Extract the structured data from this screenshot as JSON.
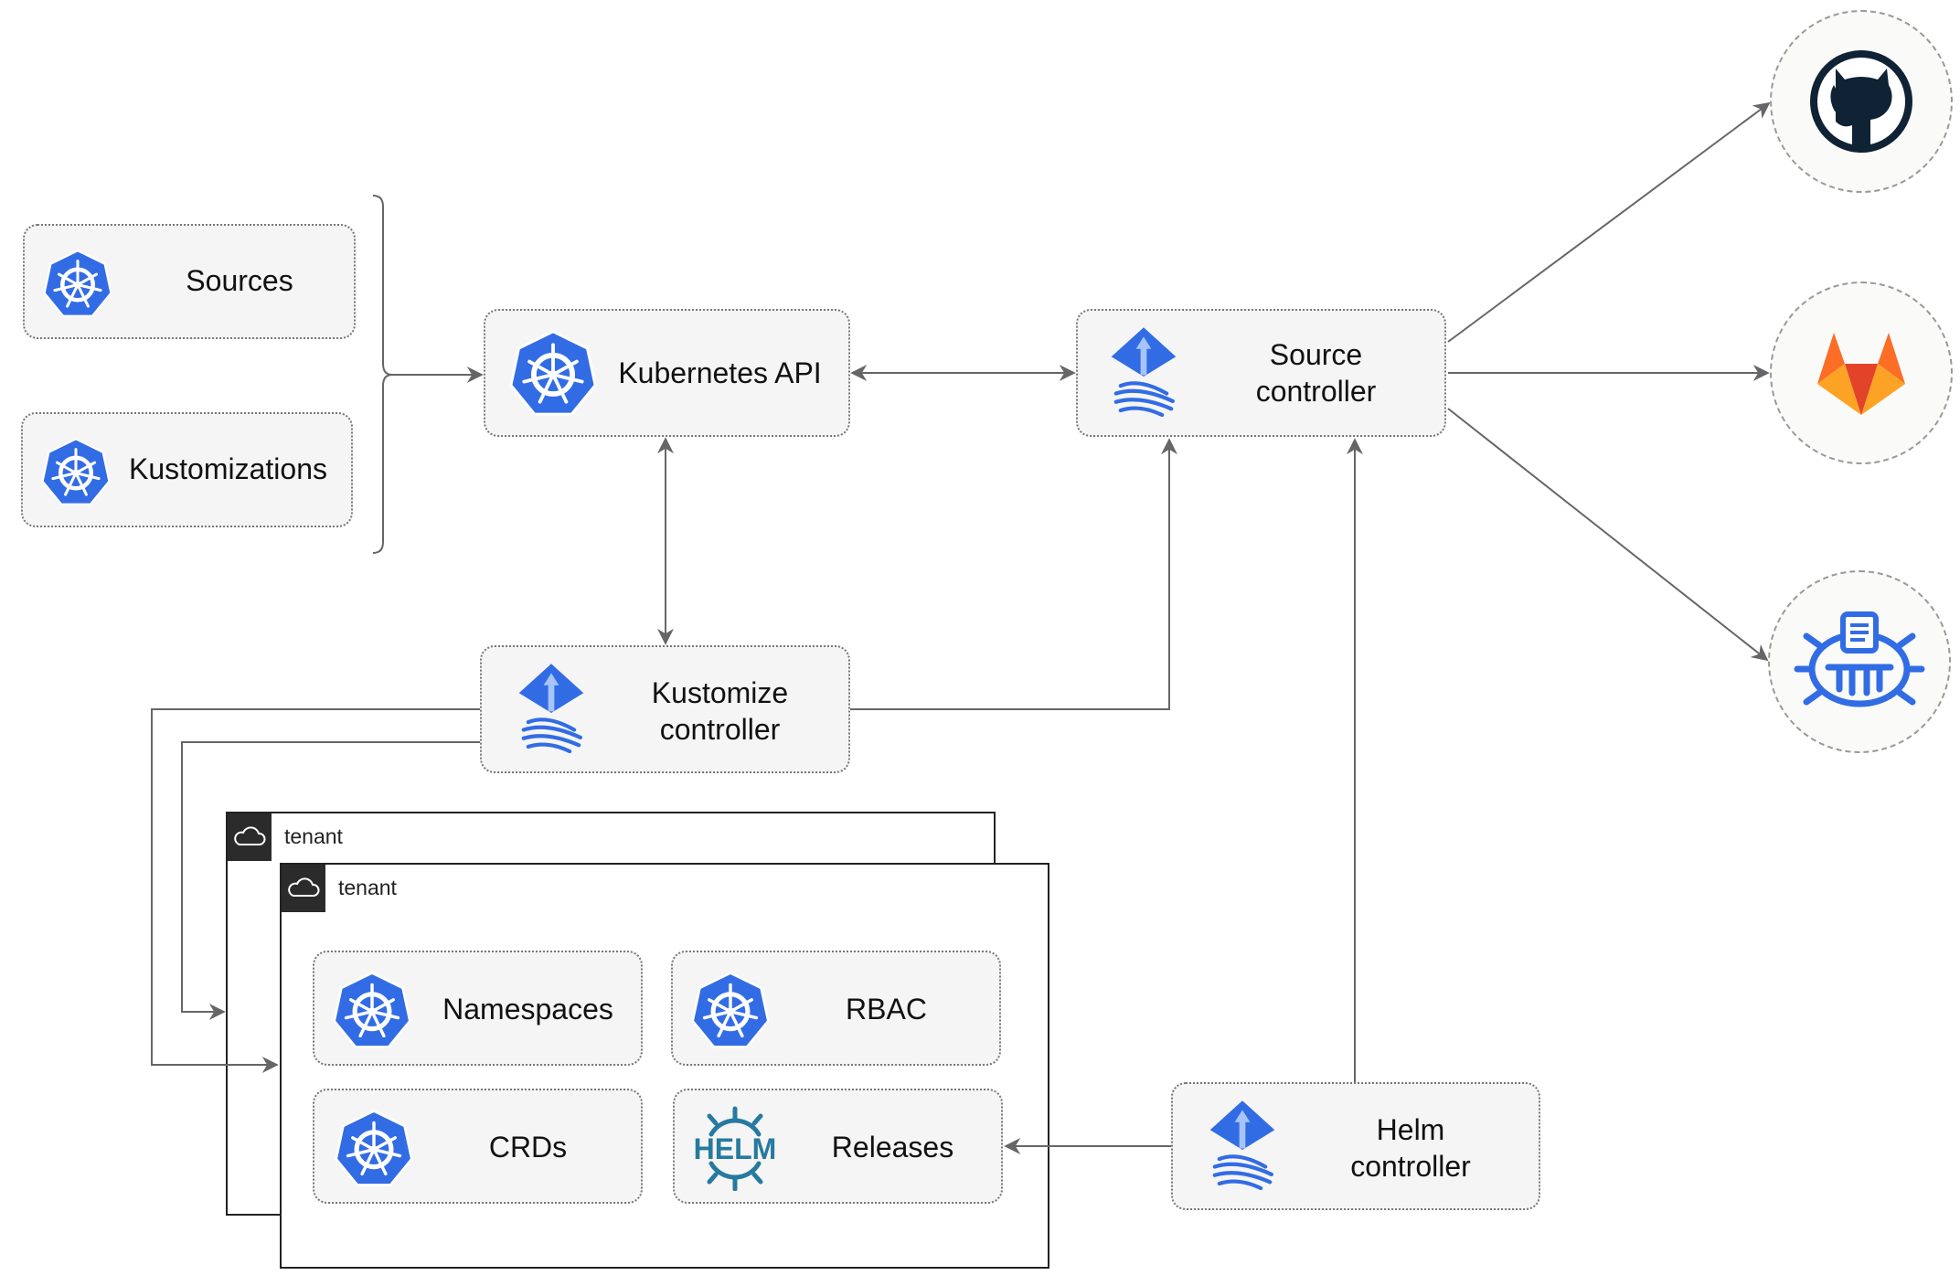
{
  "nodes": {
    "sources": "Sources",
    "kustomizations": "Kustomizations",
    "kubernetes_api": "Kubernetes API",
    "source_controller": [
      "Source",
      "controller"
    ],
    "kustomize_controller": [
      "Kustomize",
      "controller"
    ],
    "helm_controller": [
      "Helm",
      "controller"
    ],
    "namespaces": "Namespaces",
    "rbac": "RBAC",
    "crds": "CRDs",
    "releases": "Releases"
  },
  "tenants": [
    "tenant",
    "tenant"
  ],
  "helm_logo_text": "HELM",
  "repositories": [
    "github-icon",
    "gitlab-icon",
    "bucket-icon"
  ],
  "colors": {
    "kubernetes_blue": "#326ce5",
    "gitlab_orange": "#e24329",
    "github_dark": "#0f2335",
    "edge": "#666666"
  }
}
